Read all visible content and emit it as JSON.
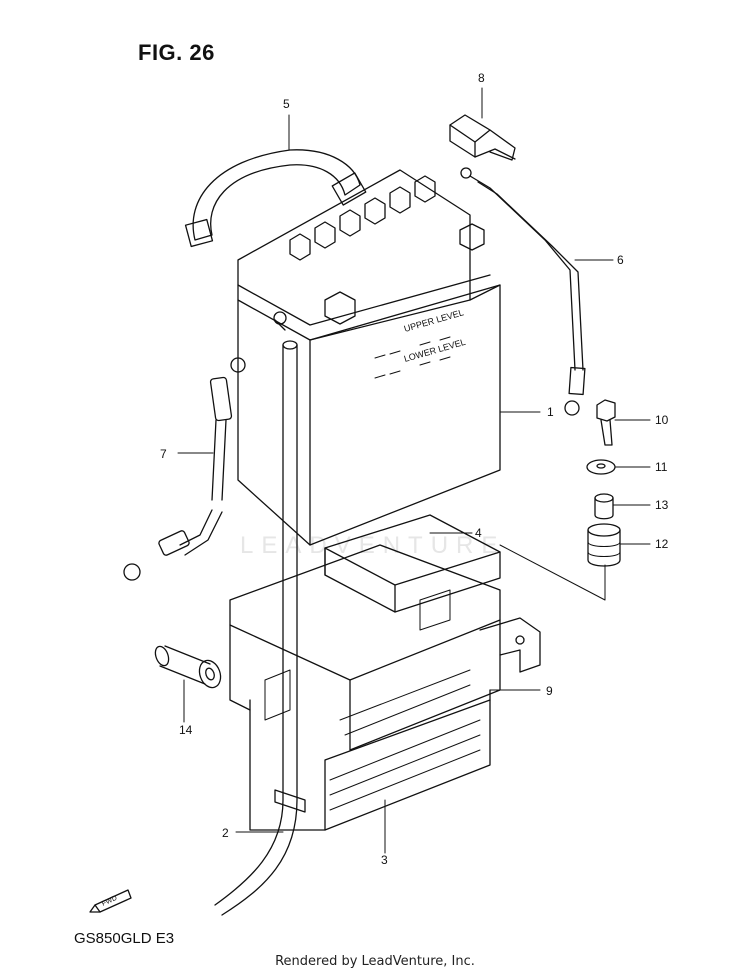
{
  "figure": {
    "title": "FIG. 26",
    "model_code": "GS850GLD  E3",
    "fwd_label": "FWD",
    "battery_label_upper": "UPPER LEVEL",
    "battery_label_lower": "LOWER LEVEL",
    "watermark": "LEADVENTURE"
  },
  "callouts": [
    {
      "id": "1",
      "label": "1"
    },
    {
      "id": "2",
      "label": "2"
    },
    {
      "id": "3",
      "label": "3"
    },
    {
      "id": "4",
      "label": "4"
    },
    {
      "id": "5",
      "label": "5"
    },
    {
      "id": "6",
      "label": "6"
    },
    {
      "id": "7",
      "label": "7"
    },
    {
      "id": "8",
      "label": "8"
    },
    {
      "id": "9",
      "label": "9"
    },
    {
      "id": "10",
      "label": "10"
    },
    {
      "id": "11",
      "label": "11"
    },
    {
      "id": "12",
      "label": "12"
    },
    {
      "id": "13",
      "label": "13"
    },
    {
      "id": "14",
      "label": "14"
    }
  ],
  "footer": {
    "rendered_by": "Rendered by LeadVenture, Inc."
  }
}
